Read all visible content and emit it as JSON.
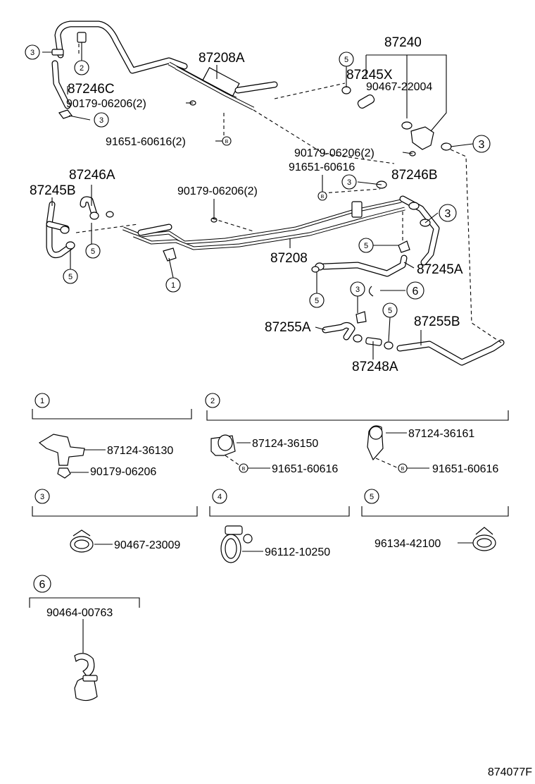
{
  "diagram_id": "874077F",
  "main_labels": [
    {
      "id": "l-87240",
      "text": "87240"
    },
    {
      "id": "l-87208a",
      "text": "87208A"
    },
    {
      "id": "l-87245x",
      "text": "87245X"
    },
    {
      "id": "l-87246c",
      "text": "87246C"
    },
    {
      "id": "l-90467-22004",
      "text": "90467-22004"
    },
    {
      "id": "l-90179-06206-2-a",
      "text": "90179-06206(2)"
    },
    {
      "id": "l-91651-60616-2",
      "text": "91651-60616(2)"
    },
    {
      "id": "l-90179-06206-2-b",
      "text": "90179-06206(2)"
    },
    {
      "id": "l-91651-60616-a",
      "text": "91651-60616"
    },
    {
      "id": "l-87246a",
      "text": "87246A"
    },
    {
      "id": "l-87246b",
      "text": "87246B"
    },
    {
      "id": "l-87245b",
      "text": "87245B"
    },
    {
      "id": "l-90179-06206-2-c",
      "text": "90179-06206(2)"
    },
    {
      "id": "l-87208",
      "text": "87208"
    },
    {
      "id": "l-87245a",
      "text": "87245A"
    },
    {
      "id": "l-87255a",
      "text": "87255A"
    },
    {
      "id": "l-87255b",
      "text": "87255B"
    },
    {
      "id": "l-87248a",
      "text": "87248A"
    }
  ],
  "callouts": {
    "one": "1",
    "two": "2",
    "three": "3",
    "four": "4",
    "five": "5",
    "six": "6",
    "b": "B"
  },
  "detail_groups": [
    {
      "id": "g1",
      "number": "1",
      "parts": [
        "87124-36130",
        "90179-06206"
      ]
    },
    {
      "id": "g2",
      "number": "2",
      "parts": [
        "87124-36150",
        "91651-60616",
        "87124-36161",
        "91651-60616"
      ]
    },
    {
      "id": "g3",
      "number": "3",
      "parts": [
        "90467-23009"
      ]
    },
    {
      "id": "g4",
      "number": "4",
      "parts": [
        "96112-10250"
      ]
    },
    {
      "id": "g5",
      "number": "5",
      "parts": [
        "96134-42100"
      ]
    },
    {
      "id": "g6",
      "number": "6",
      "parts": [
        "90464-00763"
      ]
    }
  ]
}
